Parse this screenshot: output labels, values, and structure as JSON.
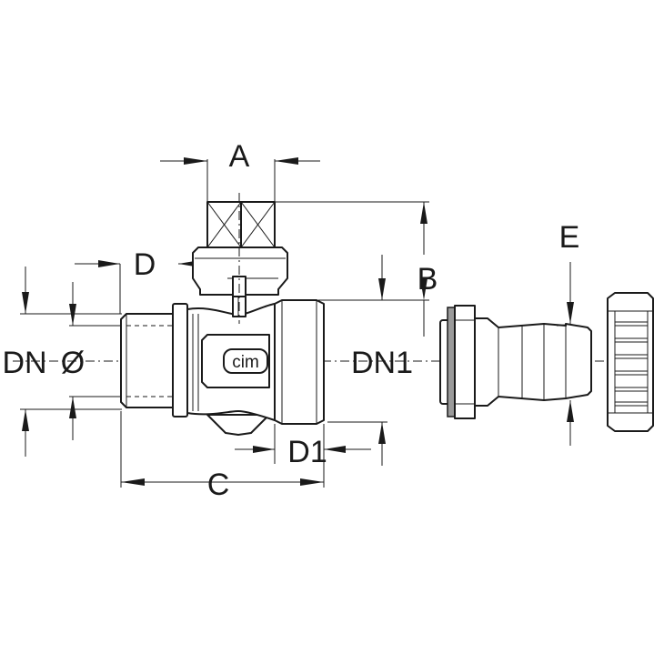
{
  "labels": {
    "a": "A",
    "b": "B",
    "c": "C",
    "d": "D",
    "d1": "D1",
    "e": "E",
    "dn": "DN",
    "dn_o": "Ø",
    "dn1": "DN1"
  },
  "logo": {
    "text": "cim"
  },
  "colors": {
    "line": "#1a1a1a",
    "background": "#ffffff",
    "seal": "#9a9a9a"
  }
}
